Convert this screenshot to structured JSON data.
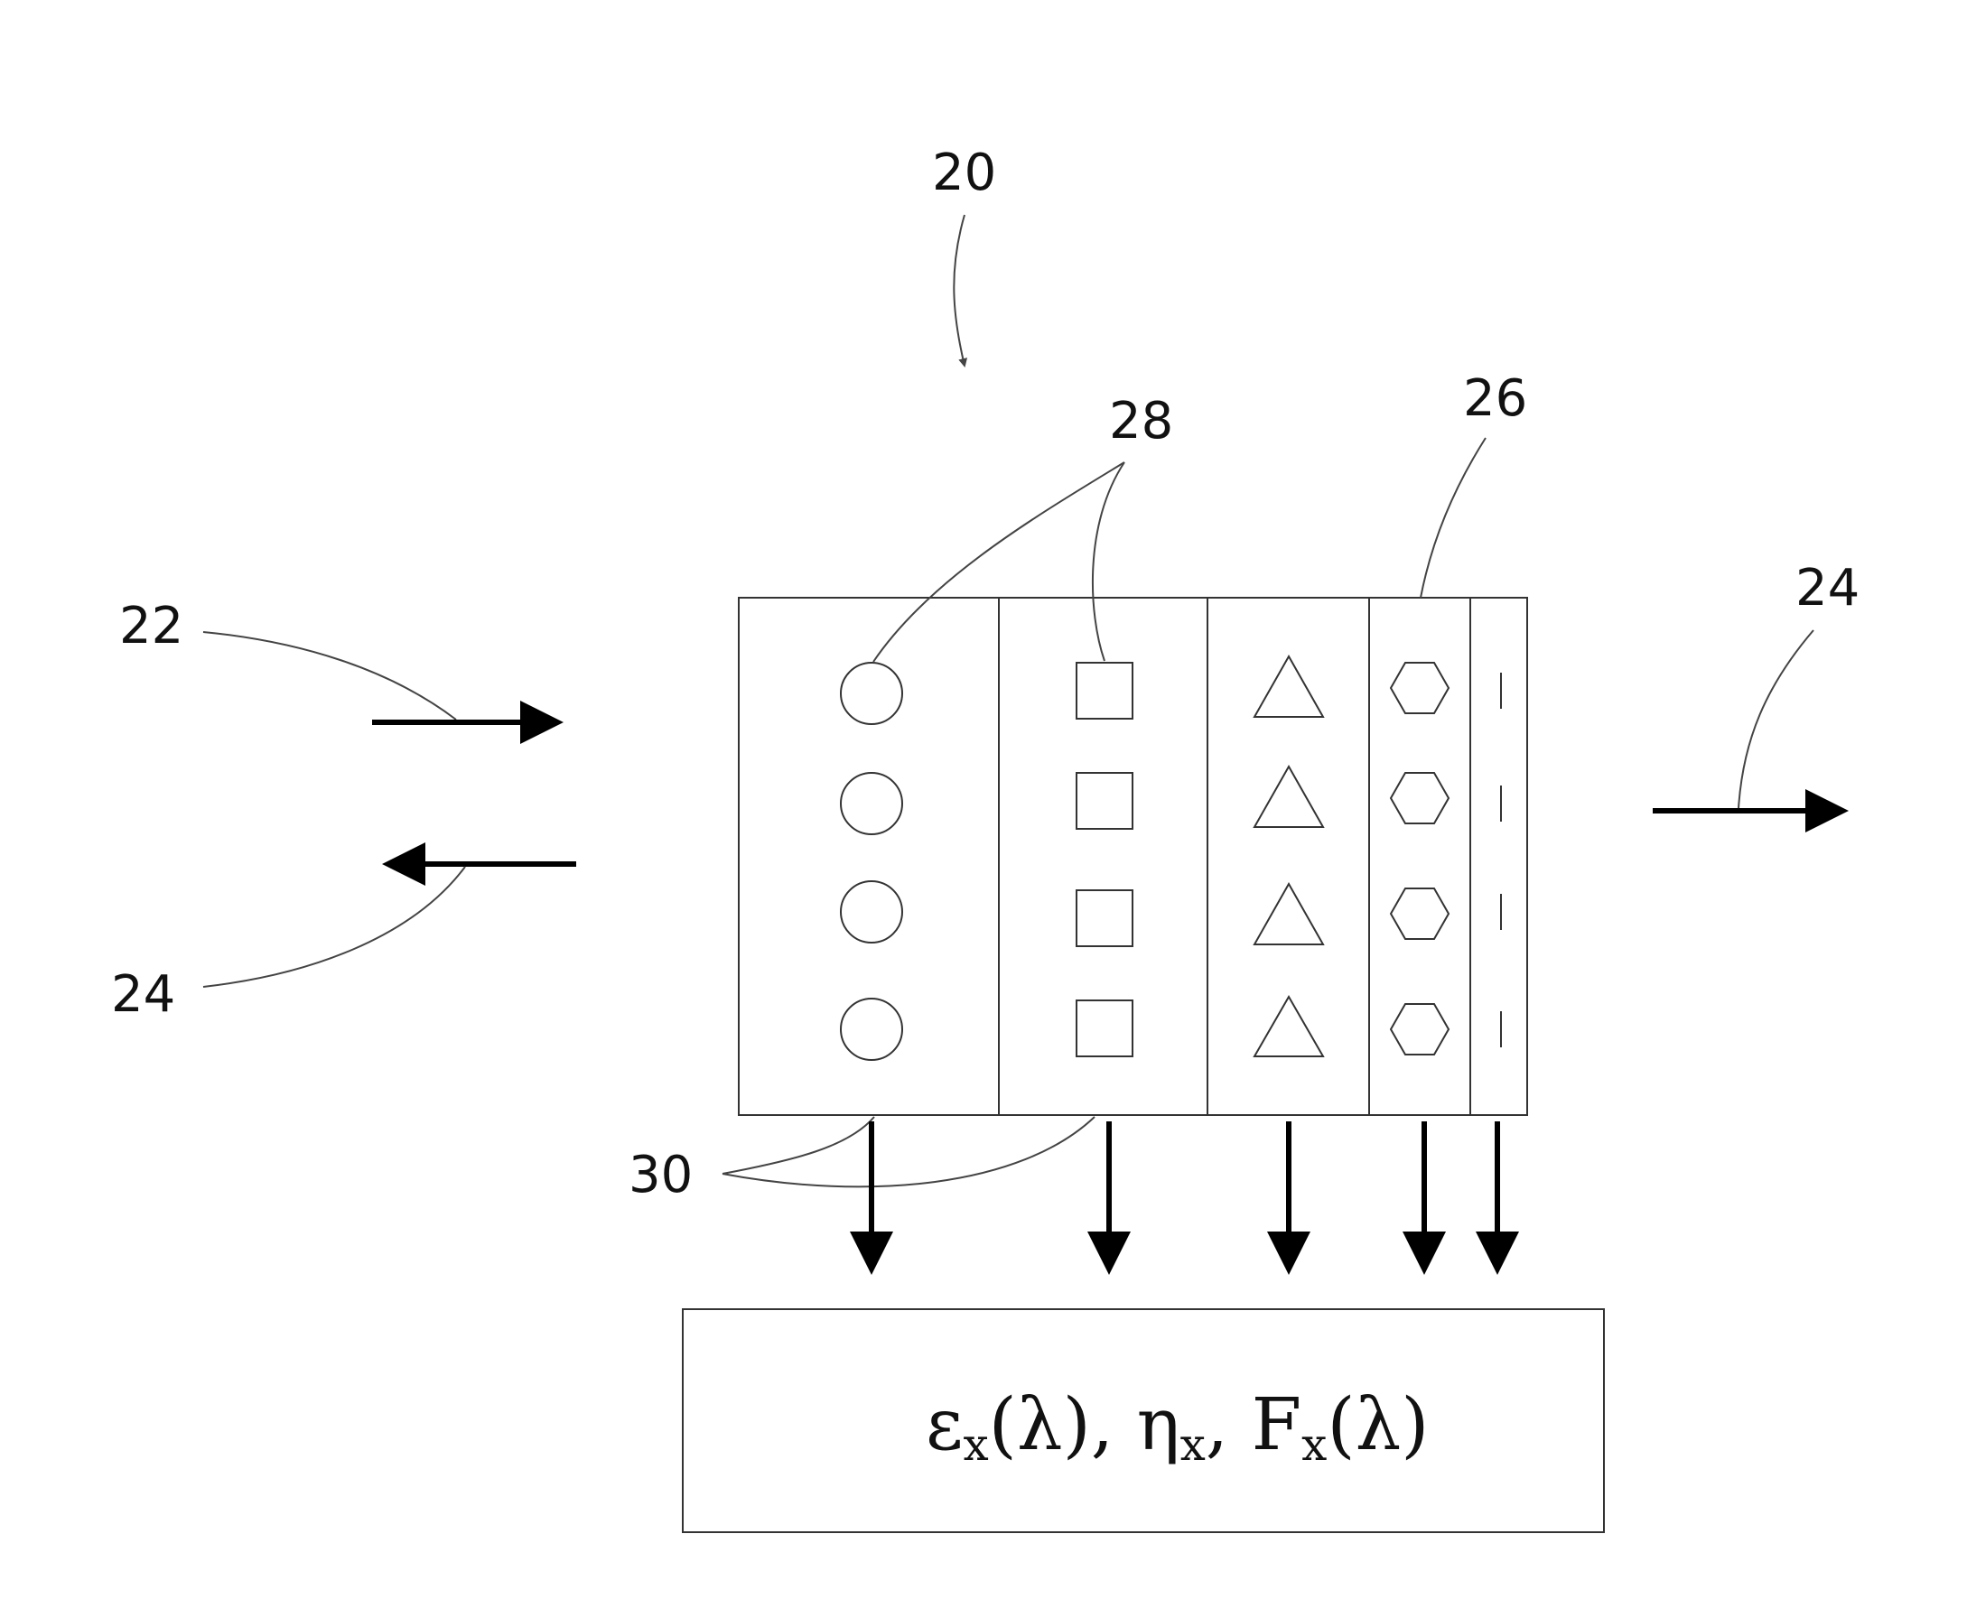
{
  "labels": {
    "device": "20",
    "incident_light": "22",
    "reflected_light": "24",
    "transmitted_light": "24",
    "layer_stack": "26",
    "particles": "28",
    "interfaces": "30"
  },
  "output_box": {
    "epsilon": "ε",
    "lambda": "(λ)",
    "eta": "η",
    "F": "F",
    "subscript": "x",
    "sep": ", "
  },
  "layers": [
    {
      "shape": "circle",
      "count": 4
    },
    {
      "shape": "square",
      "count": 4
    },
    {
      "shape": "triangle",
      "count": 4
    },
    {
      "shape": "hexagon",
      "count": 4
    },
    {
      "shape": "dash",
      "count": 4
    }
  ],
  "colors": {
    "ink": "#000000",
    "thin_line": "#333333",
    "background": "#ffffff"
  }
}
